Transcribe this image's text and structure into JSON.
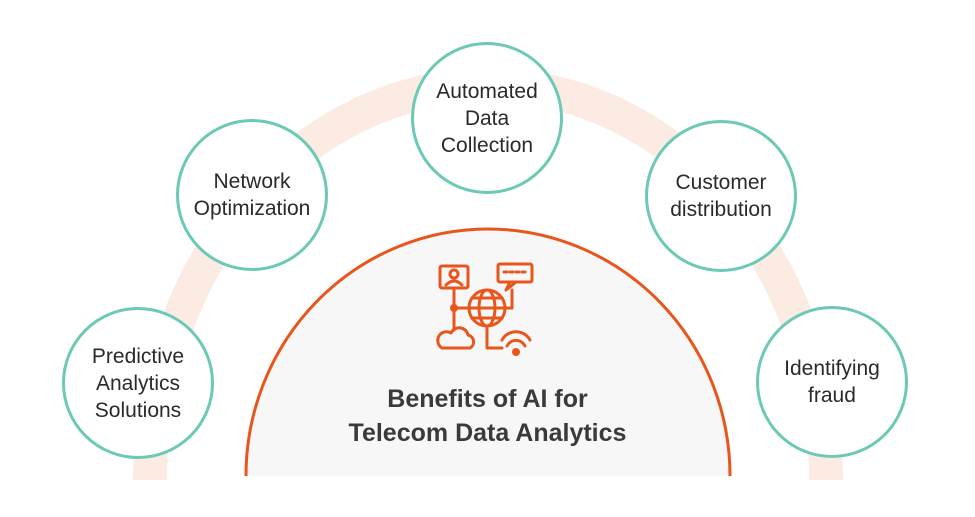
{
  "title_lines": [
    "Benefits of AI for",
    "Telecom Data Analytics"
  ],
  "benefits": [
    {
      "id": "predictive",
      "label": "Predictive\nAnalytics\nSolutions"
    },
    {
      "id": "network",
      "label": "Network\nOptimization"
    },
    {
      "id": "automated",
      "label": "Automated\nData\nCollection"
    },
    {
      "id": "customer",
      "label": "Customer\ndistribution"
    },
    {
      "id": "fraud",
      "label": "Identifying\nfraud"
    }
  ],
  "colors": {
    "accent": "#e8561c",
    "bubble_border": "#6cc9b6",
    "outer_arc": "#fbe6dc",
    "inner_fill": "#f7f7f7",
    "title_text": "#3a3a3a"
  },
  "icon": "telecom-network-icon"
}
